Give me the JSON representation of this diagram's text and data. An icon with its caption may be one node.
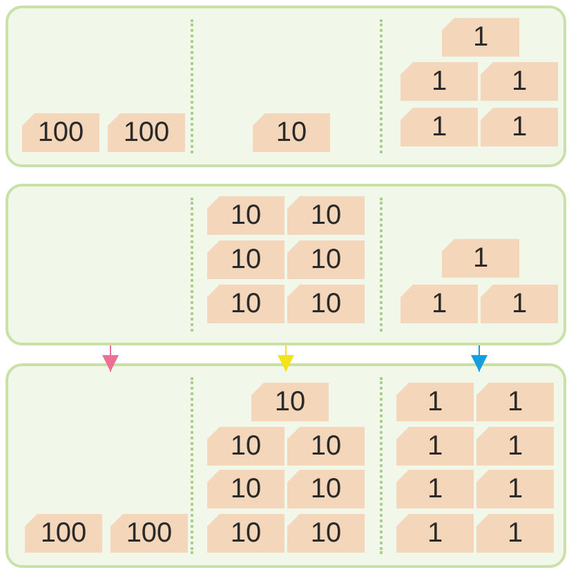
{
  "diagram": {
    "nodes": [
      {
        "text": [],
        "shape": "box"
      },
      {
        "text": [
          "100"
        ],
        "in": 0
      },
      {
        "text": [
          "100"
        ],
        "in": 0
      },
      {
        "text": [
          "10"
        ],
        "in": 0
      },
      {
        "text": [
          "1"
        ],
        "in": 0
      },
      {
        "text": [
          "1"
        ],
        "in": 0
      },
      {
        "text": [
          "1"
        ],
        "in": 0
      },
      {
        "text": [
          "1"
        ],
        "in": 0
      },
      {
        "text": [
          "1"
        ],
        "in": 0
      },
      {
        "text": [],
        "shape": "box"
      },
      {
        "text": [
          "10"
        ],
        "in": 9
      },
      {
        "text": [
          "10"
        ],
        "in": 9
      },
      {
        "text": [
          "10"
        ],
        "in": 9
      },
      {
        "text": [
          "10"
        ],
        "in": 9
      },
      {
        "text": [
          "10"
        ],
        "in": 9
      },
      {
        "text": [
          "10"
        ],
        "in": 9
      },
      {
        "text": [
          "1"
        ],
        "in": 9
      },
      {
        "text": [
          "1"
        ],
        "in": 9
      },
      {
        "text": [
          "1"
        ],
        "in": 9
      },
      {
        "text": [],
        "shape": "box"
      },
      {
        "text": [
          "100"
        ],
        "in": 19
      },
      {
        "text": [
          "100"
        ],
        "in": 19
      },
      {
        "text": [
          "10"
        ],
        "in": 19
      },
      {
        "text": [
          "10"
        ],
        "in": 19
      },
      {
        "text": [
          "10"
        ],
        "in": 19
      },
      {
        "text": [
          "10"
        ],
        "in": 19
      },
      {
        "text": [
          "10"
        ],
        "in": 19
      },
      {
        "text": [
          "10"
        ],
        "in": 19
      },
      {
        "text": [
          "10"
        ],
        "in": 19
      },
      {
        "text": [
          "1"
        ],
        "in": 19
      },
      {
        "text": [
          "1"
        ],
        "in": 19
      },
      {
        "text": [
          "1"
        ],
        "in": 19
      },
      {
        "text": [
          "1"
        ],
        "in": 19
      },
      {
        "text": [
          "1"
        ],
        "in": 19
      },
      {
        "text": [
          "1"
        ],
        "in": 19
      },
      {
        "text": [
          "1"
        ],
        "in": 19
      },
      {
        "text": [
          "1"
        ],
        "in": 19
      }
    ],
    "edges": [
      {
        "from": 9,
        "to": 19,
        "arrow": "to",
        "color": "#ee6f95"
      },
      {
        "from": 9,
        "to": 19,
        "arrow": "to",
        "color": "#f2e31b"
      },
      {
        "from": 9,
        "to": 19,
        "arrow": "to",
        "color": "#139fde"
      }
    ]
  }
}
